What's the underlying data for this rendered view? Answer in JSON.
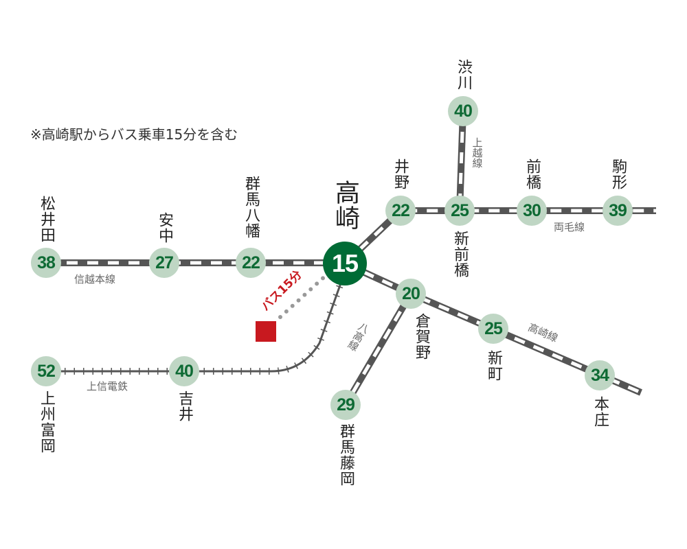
{
  "note": "※高崎駅からバス乗車15分を含む",
  "bus_label": "バス15分",
  "colors": {
    "hub": "#006b35",
    "station": "#bfd6c4",
    "bus": "#c8191f",
    "rail": "#555555"
  },
  "lines": {
    "shinetsu": "信越本線",
    "ryomo": "両毛線",
    "joetsu": "上越線",
    "takasaki": "高崎線",
    "hachiko": "八高線",
    "joshin": "上信電鉄"
  },
  "stations": {
    "takasaki": {
      "name": "高崎",
      "min": "15"
    },
    "matsuida": {
      "name": "松井田",
      "min": "38"
    },
    "annaka": {
      "name": "安中",
      "min": "27"
    },
    "gunmayawata": {
      "name": "群馬八幡",
      "min": "22"
    },
    "ino": {
      "name": "井野",
      "min": "22"
    },
    "shinmaebashi": {
      "name": "新前橋",
      "min": "25"
    },
    "shibukawa": {
      "name": "渋川",
      "min": "40"
    },
    "maebashi": {
      "name": "前橋",
      "min": "30"
    },
    "komagata": {
      "name": "駒形",
      "min": "39"
    },
    "kuragano": {
      "name": "倉賀野",
      "min": "20"
    },
    "shinmachi": {
      "name": "新町",
      "min": "25"
    },
    "honjo": {
      "name": "本庄",
      "min": "34"
    },
    "gunmafujioka": {
      "name": "群馬藤岡",
      "min": "29"
    },
    "yoshii": {
      "name": "吉井",
      "min": "40"
    },
    "joshutomioka": {
      "name": "上州富岡",
      "min": "52"
    }
  }
}
